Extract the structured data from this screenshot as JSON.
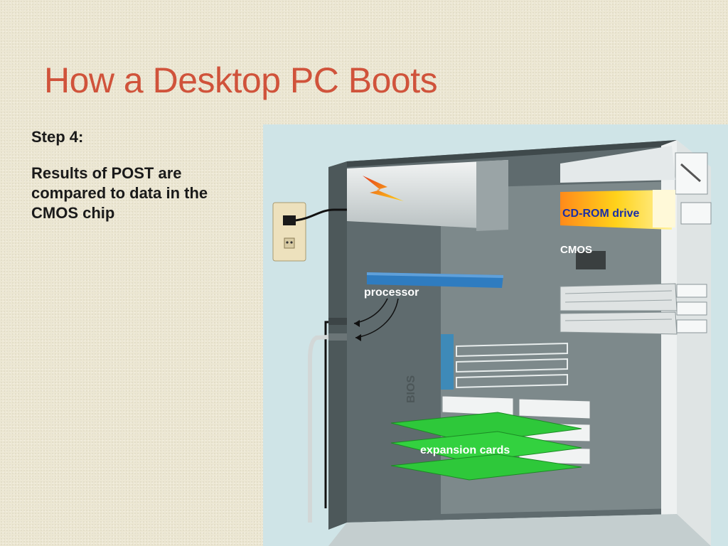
{
  "slide": {
    "title": "How a Desktop PC Boots",
    "step_label": "Step 4:",
    "step_text": "Results of POST are compared to data in the CMOS chip"
  },
  "diagram": {
    "labels": {
      "cdrom": "CD-ROM drive",
      "cmos": "CMOS",
      "processor": "processor",
      "bios": "BIOS",
      "expansion": "expansion cards"
    }
  },
  "colors": {
    "title": "#d0533b",
    "cdrom_label": "#1a2fa6",
    "expansion_card": "#2ec83a",
    "processor": "#2f7cc0",
    "case_back": "#5f6b6e",
    "case_panel": "#a4b1b3"
  }
}
